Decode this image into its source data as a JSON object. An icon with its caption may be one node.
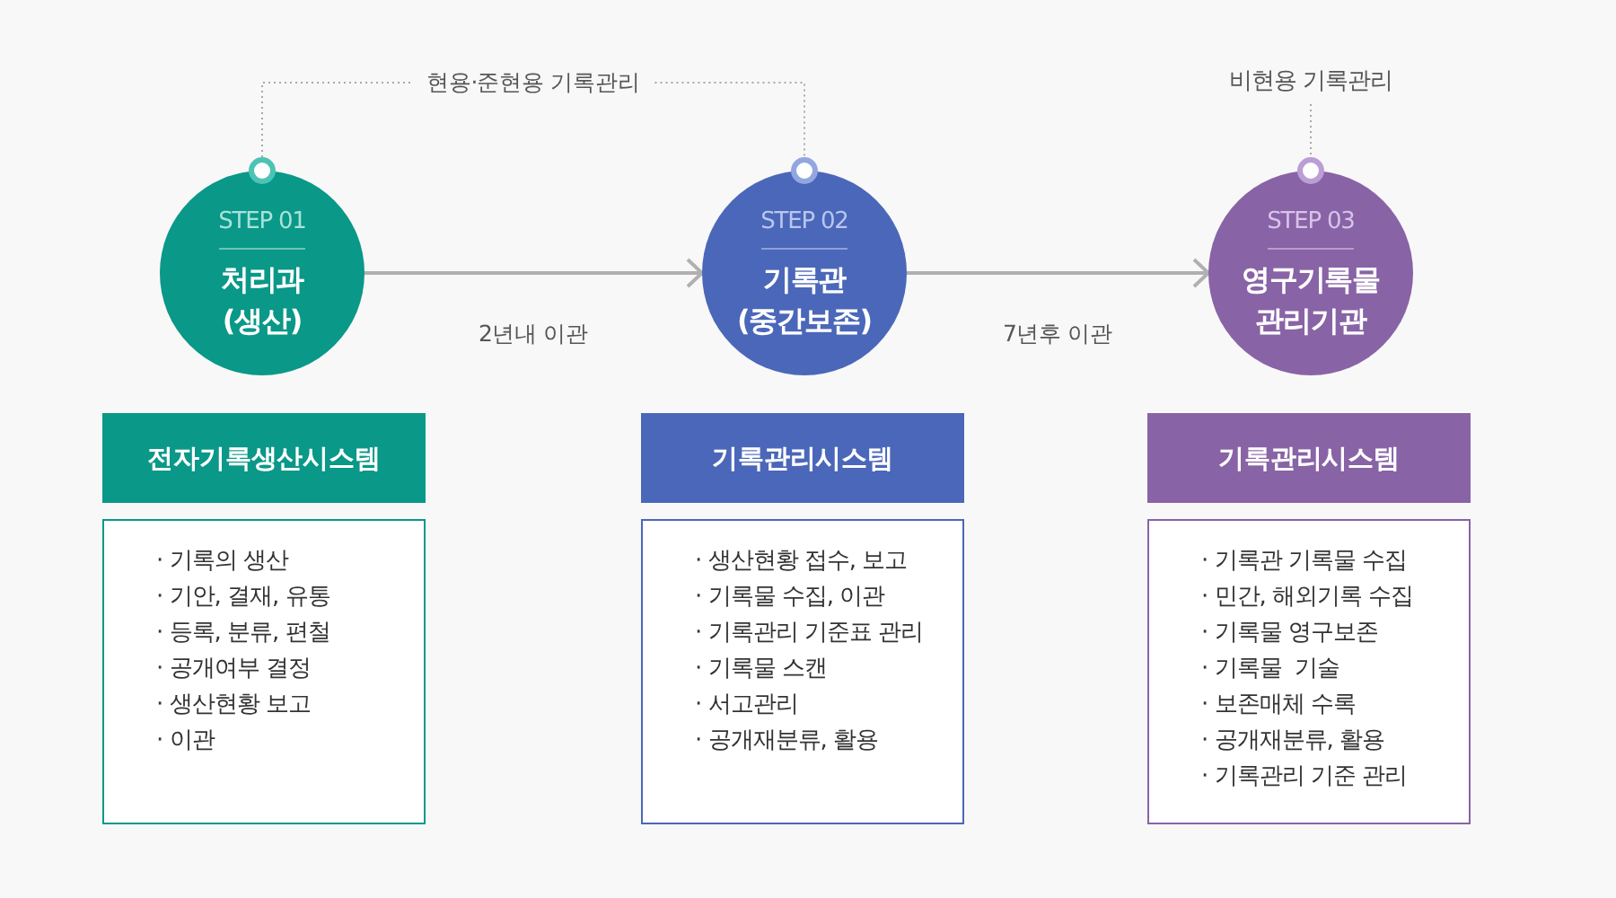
{
  "diagram": {
    "nodes": [
      {
        "text": [
          "비현용 기록관리"
        ]
      },
      {
        "text": [
          "STEP 01",
          "처리과 (생산)"
        ]
      },
      {
        "text": [
          "STEP 02",
          "기록관 (중간보존)"
        ]
      },
      {
        "text": [
          "STEP 03",
          "영구기록물 관리기관"
        ]
      },
      {
        "text": [
          "전자기록생산시스템"
        ]
      },
      {
        "text": [
          "· 기록의 생산",
          "· 기안, 결재, 유통",
          "· 등록, 분류, 편철",
          "· 공개여부 결정",
          "· 생산현황 보고",
          "· 이관"
        ]
      },
      {
        "text": [
          "기록관리시스템"
        ]
      },
      {
        "text": [
          "· 생산현황 접수, 보고",
          "· 기록물 수집, 이관",
          "· 기록관리 기준표 관리",
          "· 기록물 스캔",
          "· 서고관리",
          "· 공개재분류, 활용"
        ]
      },
      {
        "text": [
          "기록관리시스템"
        ]
      },
      {
        "text": [
          "· 기록관 기록물 수집",
          "· 민간, 해외기록 수집",
          "· 기록물 영구보존",
          "· 기록물  기술",
          "· 보존매체 수록",
          "· 공개재분류, 활용",
          "· 기록관리 기준 관리"
        ]
      }
    ],
    "edges": [
      {
        "from": 1,
        "to": 2,
        "arrow": "none",
        "style": "dashed",
        "label": "현용·준현용 기록관리"
      },
      {
        "from": 0,
        "to": 3,
        "arrow": "none",
        "style": "dashed"
      },
      {
        "from": 1,
        "to": 2,
        "arrow": "to",
        "label": "2년내 이관"
      },
      {
        "from": 2,
        "to": 3,
        "arrow": "to",
        "label": "7년후 이관"
      }
    ]
  }
}
